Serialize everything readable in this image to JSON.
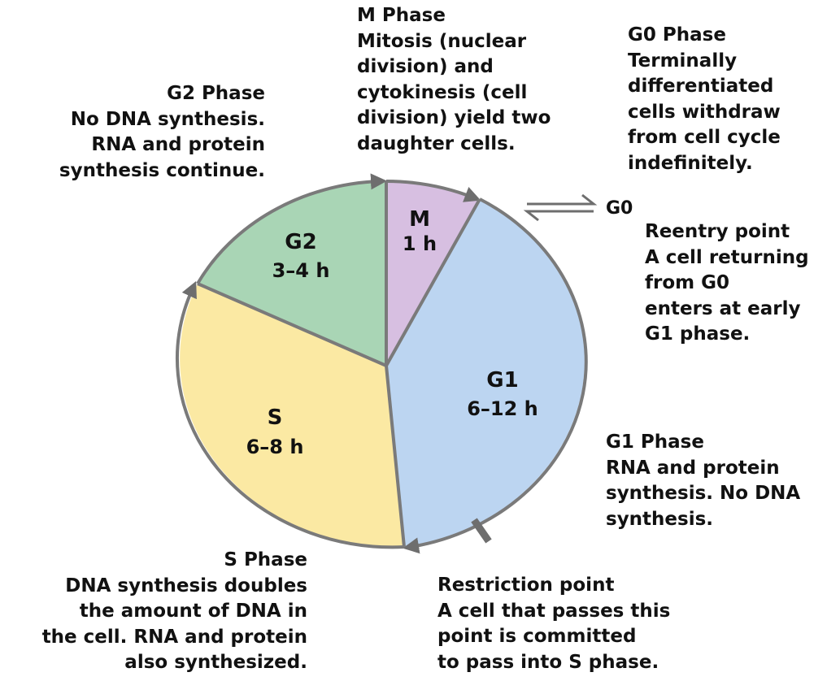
{
  "cycle": {
    "segments": [
      {
        "id": "m",
        "label": "M",
        "duration": "1 h",
        "color": "#d7bfe1"
      },
      {
        "id": "g1",
        "label": "G1",
        "duration": "6–12 h",
        "color": "#bcd5f1"
      },
      {
        "id": "s",
        "label": "S",
        "duration": "6–8 h",
        "color": "#fbe9a3"
      },
      {
        "id": "g2",
        "label": "G2",
        "duration": "3–4 h",
        "color": "#a9d5b5"
      }
    ],
    "outline_color": "#7a7a7a",
    "g0_label": "G0"
  },
  "callouts": {
    "m_phase": {
      "title": "M Phase",
      "lines": [
        "Mitosis (nuclear",
        "division) and",
        "cytokinesis (cell",
        "division) yield two",
        "daughter cells."
      ]
    },
    "g0_phase": {
      "title": "G0 Phase",
      "lines": [
        "Terminally",
        "differentiated",
        "cells withdraw",
        "from cell cycle",
        "indefinitely."
      ]
    },
    "g2_phase": {
      "title": "G2 Phase",
      "lines": [
        "No DNA synthesis.",
        "RNA and protein",
        "synthesis continue."
      ]
    },
    "reentry_point": {
      "title": "Reentry point",
      "lines": [
        "A cell returning",
        "from G0",
        "enters at early",
        "G1 phase."
      ]
    },
    "g1_phase": {
      "title": "G1 Phase",
      "lines": [
        "RNA and protein",
        "synthesis. No DNA",
        "synthesis."
      ]
    },
    "s_phase": {
      "title": "S Phase",
      "lines": [
        "DNA synthesis doubles",
        "the amount of DNA in",
        "the cell. RNA and protein",
        "also synthesized."
      ]
    },
    "restriction_point": {
      "title": "Restriction point",
      "lines": [
        "A cell that passes this",
        "point is committed",
        "to pass into S phase."
      ]
    }
  }
}
